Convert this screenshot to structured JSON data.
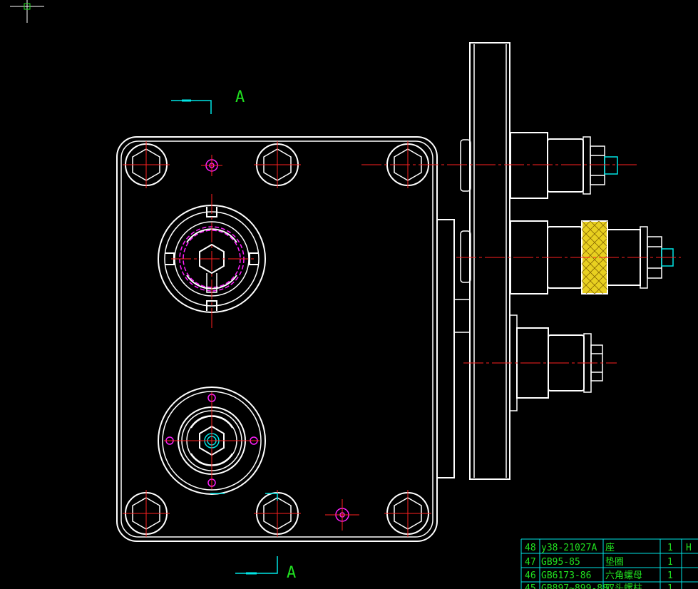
{
  "section_marks": {
    "top_label": "A",
    "bottom_label": "A"
  },
  "parts_table": {
    "rows": [
      {
        "no": "48",
        "code": "y38-21027A",
        "name": "座",
        "qty": "1",
        "extra": "H"
      },
      {
        "no": "47",
        "code": "GB95-85",
        "name": "垫圈",
        "qty": "1",
        "extra": ""
      },
      {
        "no": "46",
        "code": "GB6173-86",
        "name": "六角螺母",
        "qty": "1",
        "extra": ""
      },
      {
        "no": "45",
        "code": "GB897~899-88",
        "name": "双头螺柱",
        "qty": "1",
        "extra": ""
      }
    ]
  },
  "colors": {
    "background": "#000000",
    "outline": "#ffffff",
    "centerline": "#ff2020",
    "hidden": "#ff20ff",
    "annotation": "#00e5e5",
    "text": "#20e020",
    "hatch": "#e8d020"
  }
}
